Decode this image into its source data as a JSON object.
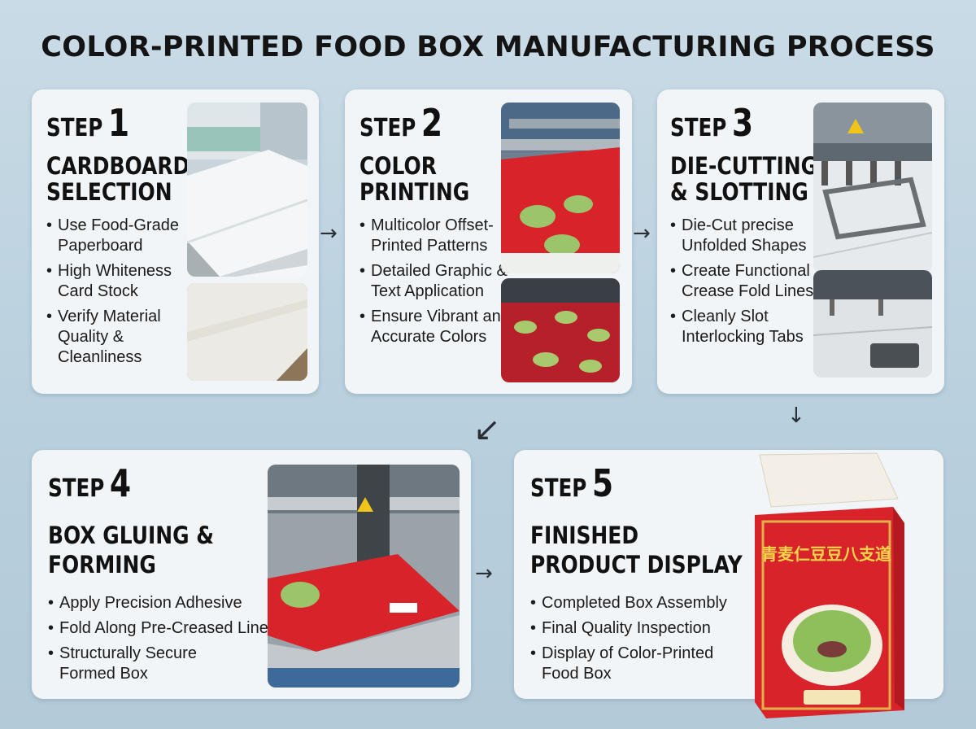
{
  "title": "COLOR-PRINTED FOOD BOX MANUFACTURING PROCESS",
  "step_word": "STEP",
  "steps": [
    {
      "number": "1",
      "heading": [
        "CARDBOARD",
        "SELECTION"
      ],
      "bullets": [
        [
          "Use Food-Grade",
          "Paperboard"
        ],
        [
          "High Whiteness",
          "Card Stock"
        ],
        [
          "Verify Material",
          "Quality &",
          "Cleanliness"
        ]
      ]
    },
    {
      "number": "2",
      "heading": [
        "COLOR",
        "PRINTING"
      ],
      "bullets": [
        [
          "Multicolor Offset-",
          "Printed Patterns"
        ],
        [
          "Detailed Graphic &",
          "Text Application"
        ],
        [
          "Ensure Vibrant and",
          "Accurate Colors"
        ]
      ]
    },
    {
      "number": "3",
      "heading": [
        "DIE-CUTTING",
        "& SLOTTING"
      ],
      "bullets": [
        [
          "Die-Cut precise",
          "Unfolded Shapes"
        ],
        [
          "Create Functional",
          "Crease Fold Lines"
        ],
        [
          "Cleanly Slot",
          "Interlocking Tabs"
        ]
      ]
    },
    {
      "number": "4",
      "heading": [
        "BOX GLUING &",
        "FORMING"
      ],
      "bullets": [
        [
          "Apply Precision Adhesive"
        ],
        [
          "Fold Along Pre-Creased Lines"
        ],
        [
          "Structurally Secure",
          "Formed Box"
        ]
      ]
    },
    {
      "number": "5",
      "heading": [
        "FINISHED",
        "PRODUCT DISPLAY"
      ],
      "bullets": [
        [
          "Completed Box Assembly"
        ],
        [
          "Final Quality Inspection"
        ],
        [
          "Display of Color-Printed",
          "Food Box"
        ]
      ]
    }
  ],
  "box_product_name": "青麦仁豆豆八支道",
  "colors": {
    "accent_red": "#d9262a",
    "box_red": "#d8232a",
    "card_bg": "#f1f5f8",
    "page_bg": "#c2d6e2"
  }
}
